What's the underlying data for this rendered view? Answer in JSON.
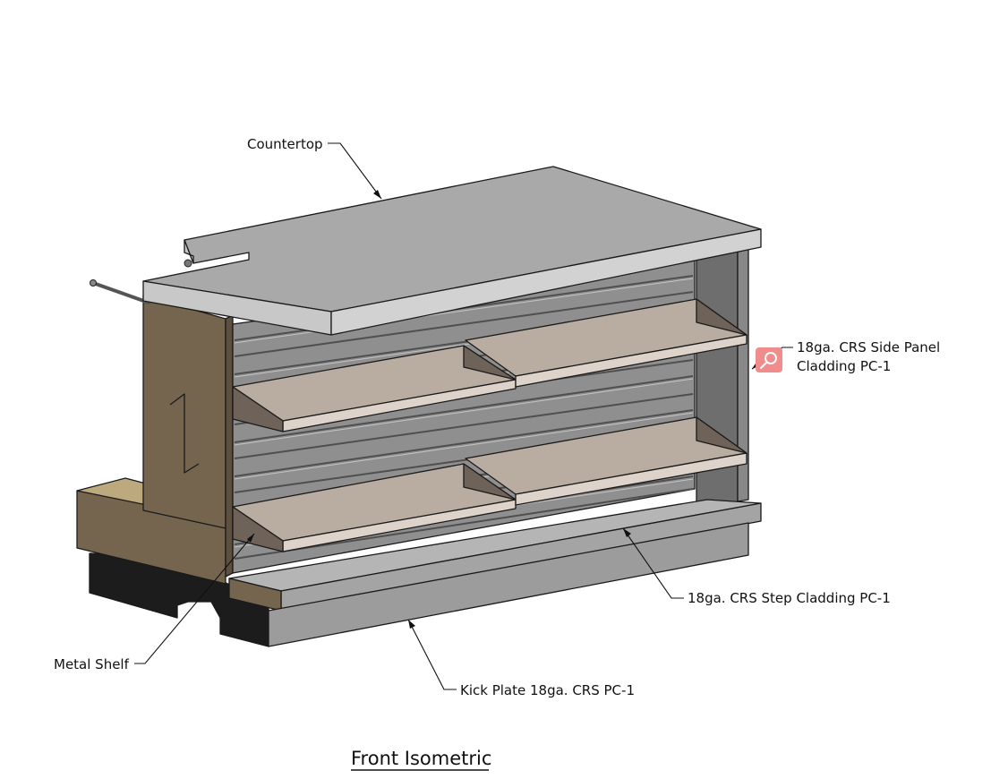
{
  "labels": {
    "countertop": "Countertop",
    "side_panel_line1": "18ga. CRS Side Panel",
    "side_panel_line2": "Cladding PC-1",
    "step_cladding": "18ga. CRS Step Cladding PC-1",
    "kick_plate": "Kick Plate 18ga. CRS PC-1",
    "metal_shelf": "Metal Shelf"
  },
  "caption": "Front Isometric",
  "colors": {
    "countertop_top": "#a9a9a9",
    "countertop_edge": "#c8c8c8",
    "slatwall": "#8f8f8f",
    "slatwall_groove": "#5a5a5a",
    "shelf": "#b9aca1",
    "wood_panel": "#75654f",
    "wood_light": "#bda97e",
    "base_black": "#1c1c1c",
    "kick_plate": "#9c9c9c",
    "side_panel": "#6e6e6e",
    "search_badge": "#f08c8c"
  },
  "icons": {
    "search_badge": "search-icon"
  }
}
